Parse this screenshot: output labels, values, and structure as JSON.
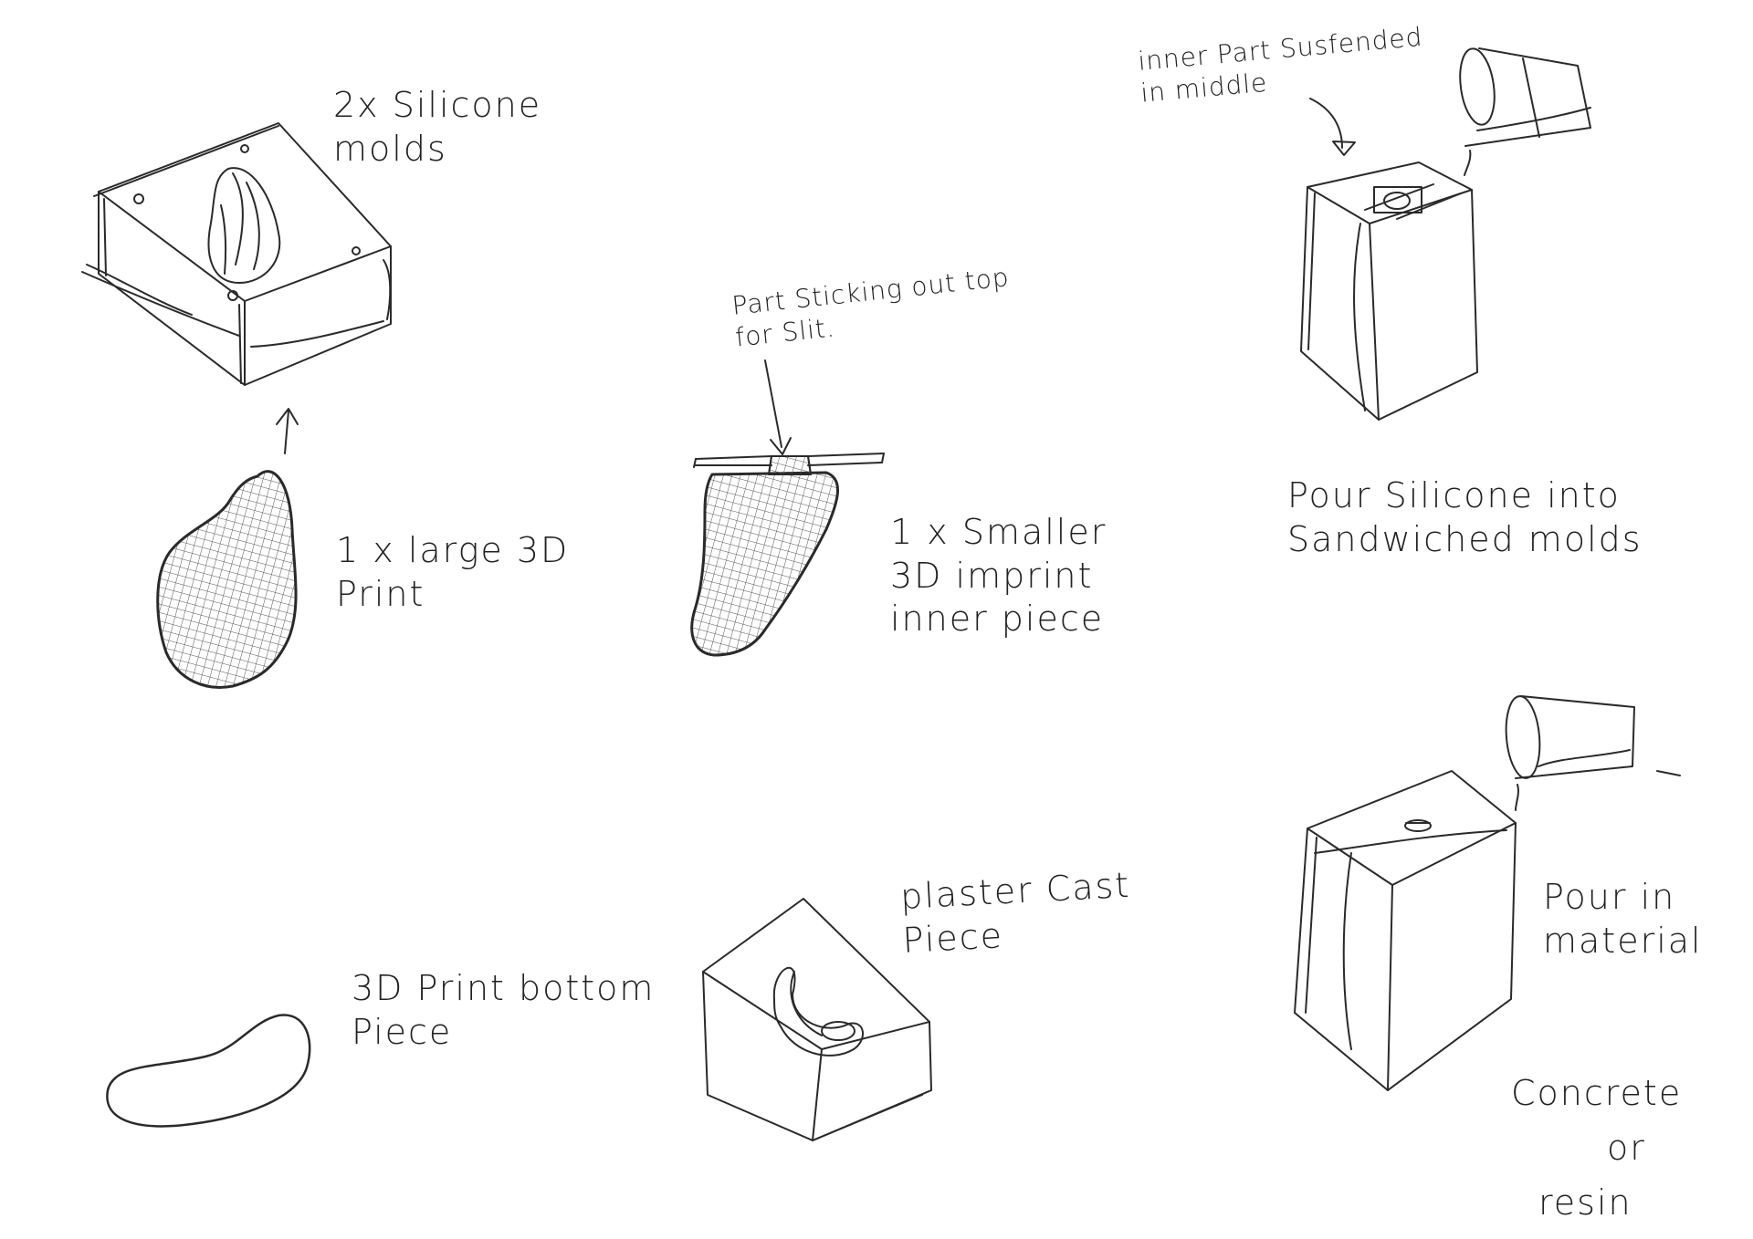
{
  "labels": {
    "silicone_molds": "2x Silicone\nmolds",
    "large_print": "1 x large 3D\nPrint",
    "part_sticking": "Part Sticking out top\nfor Slit.",
    "smaller_print": "1 x Smaller\n3D imprint\ninner piece",
    "inner_part": "inner Part Susfended\nin middle",
    "pour_silicone": "Pour Silicone into\nSandwiched molds",
    "print_bottom": "3D Print bottom\nPiece",
    "plaster_cast": "plaster Cast\nPiece",
    "pour_material": "Pour in\nmaterial",
    "concrete": "Concrete",
    "or": "or",
    "resin": "resin"
  },
  "colors": {
    "ink": "#2a2a2a",
    "paper": "#ffffff",
    "hatch": "#555555"
  }
}
